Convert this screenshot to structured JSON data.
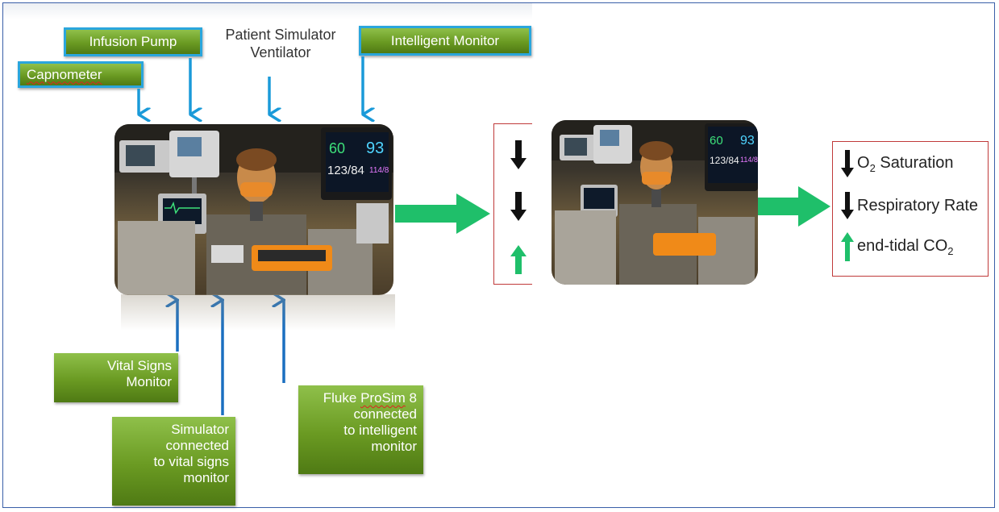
{
  "top_labels": {
    "infusion_pump": "Infusion Pump",
    "capnometer": "Capnometer",
    "patient_simulator": "Patient Simulator",
    "ventilator": "Ventilator",
    "intelligent_monitor": "Intelligent Monitor"
  },
  "bottom_labels": {
    "vital_signs": [
      "Vital Signs",
      "Monitor"
    ],
    "simulator": [
      "Simulator",
      "connected",
      "to vital signs",
      "monitor"
    ],
    "fluke_brand": "Fluke",
    "fluke_prosim": "ProSim",
    "fluke_model": "8",
    "fluke_rest": [
      "connected",
      "to intelligent",
      "monitor"
    ]
  },
  "monitor_readings": {
    "heart_rate": "60",
    "spo2": "93",
    "blood_pressure": "123/84",
    "secondary": "114/8"
  },
  "results": [
    {
      "label_pre": "O",
      "sub": "2",
      "label_post": " Saturation",
      "direction": "down"
    },
    {
      "label_pre": "Respiratory Rate",
      "sub": "",
      "label_post": "",
      "direction": "down"
    },
    {
      "label_pre": "end-tidal CO",
      "sub": "2",
      "label_post": "",
      "direction": "up"
    }
  ],
  "colors": {
    "label_green": "#6a9a22",
    "label_border_blue": "#2aa6dd",
    "arrow_blue": "#1a9ad9",
    "arrow_dark_blue": "#1a6fc0",
    "flow_arrow_green": "#1fbf6a",
    "down_arrow": "#111111",
    "up_arrow": "#1fbf6a",
    "result_border": "#c03a3a"
  }
}
